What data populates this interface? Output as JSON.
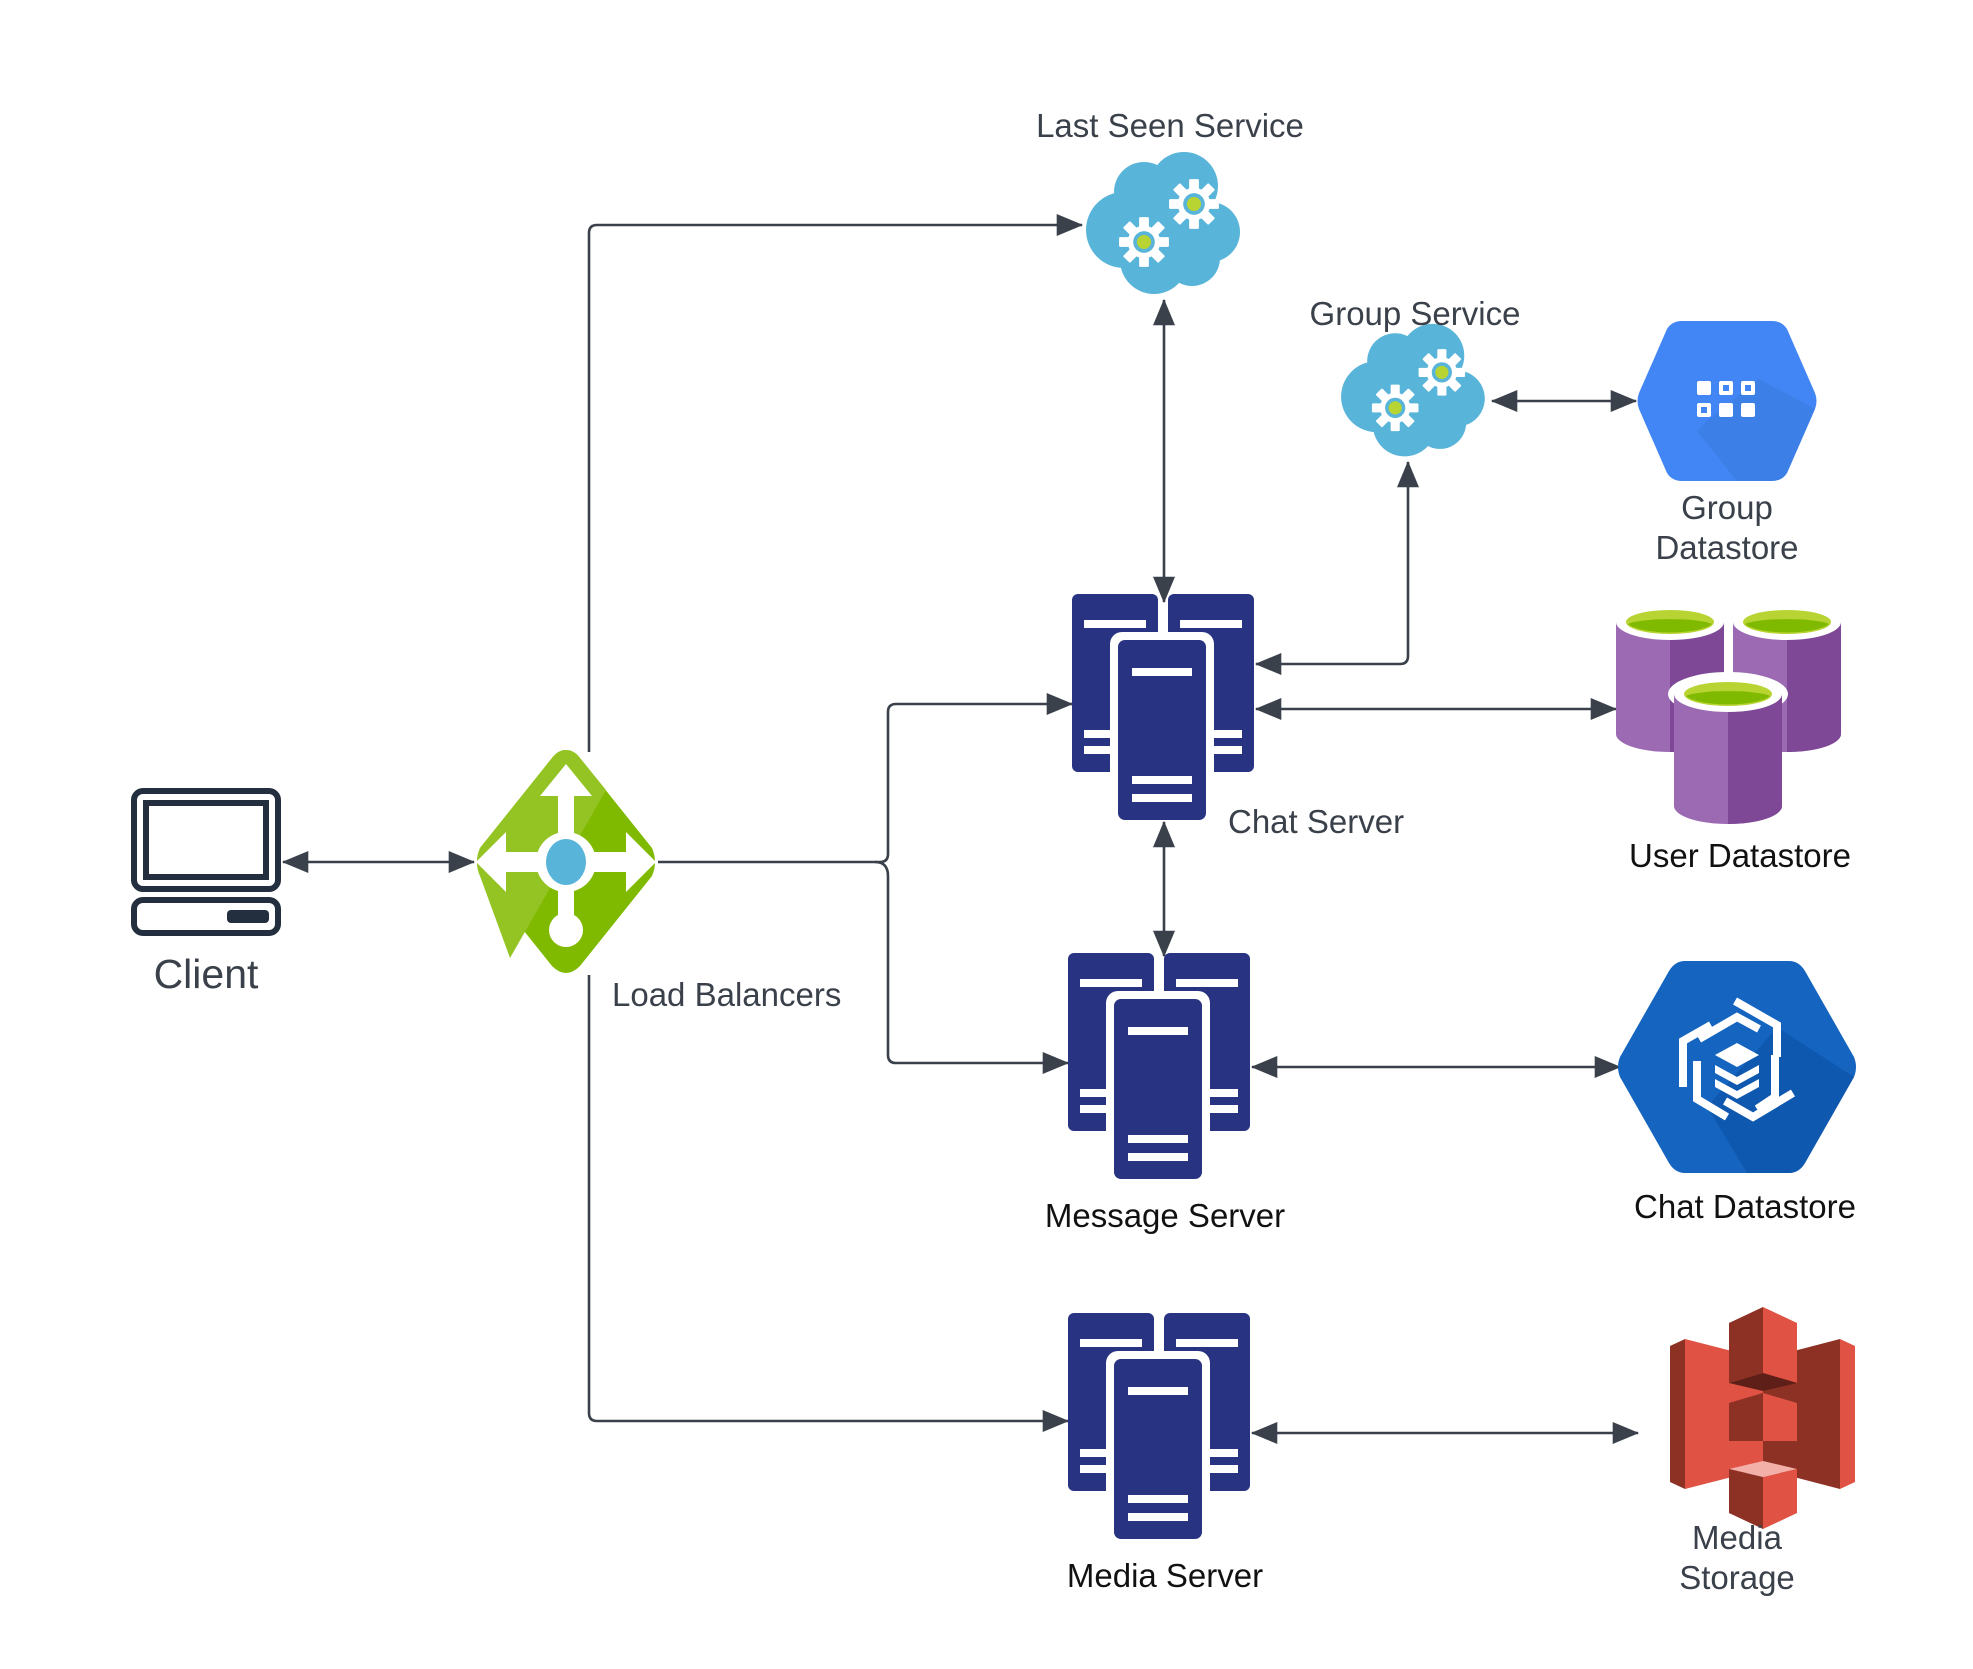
{
  "diagram": {
    "title": "Chat application system architecture",
    "colors": {
      "edge": "#3a414a",
      "server": "#283382",
      "cloud": "#59b4d9",
      "gear_center": "#b8d432",
      "load_balancer": "#7fba00",
      "group_datastore": "#4285f4",
      "chat_datastore": "#1565c0",
      "user_datastore": "#9b6ab3",
      "user_datastore_top": "#b8d432",
      "media_storage": "#e05243",
      "client": "#232f3e"
    },
    "nodes": {
      "client": {
        "label": "Client",
        "icon": "desktop-computer-icon"
      },
      "load_balancer": {
        "label": "Load Balancers",
        "icon": "load-balancer-icon"
      },
      "last_seen_service": {
        "label": "Last Seen Service",
        "icon": "cloud-service-icon"
      },
      "group_service": {
        "label": "Group Service",
        "icon": "cloud-service-icon"
      },
      "group_datastore": {
        "label": "Group Datastore",
        "label_lines": [
          "Group",
          "Datastore"
        ],
        "icon": "gcp-datastore-icon"
      },
      "chat_server": {
        "label": "Chat Server",
        "icon": "server-cluster-icon"
      },
      "user_datastore": {
        "label": "User Datastore",
        "icon": "database-cluster-icon"
      },
      "message_server": {
        "label": "Message Server",
        "icon": "server-cluster-icon"
      },
      "chat_datastore": {
        "label": "Chat Datastore",
        "icon": "gcp-bigtable-icon"
      },
      "media_server": {
        "label": "Media Server",
        "icon": "server-cluster-icon"
      },
      "media_storage": {
        "label": "Media Storage",
        "label_lines": [
          "Media",
          "Storage"
        ],
        "icon": "s3-bucket-icon"
      }
    },
    "edges": [
      {
        "from": "client",
        "to": "load_balancer",
        "direction": "both"
      },
      {
        "from": "load_balancer",
        "to": "last_seen_service",
        "direction": "forward"
      },
      {
        "from": "load_balancer",
        "to": "chat_server",
        "direction": "forward"
      },
      {
        "from": "load_balancer",
        "to": "message_server",
        "direction": "forward"
      },
      {
        "from": "load_balancer",
        "to": "media_server",
        "direction": "forward"
      },
      {
        "from": "chat_server",
        "to": "last_seen_service",
        "direction": "both"
      },
      {
        "from": "chat_server",
        "to": "group_service",
        "direction": "both"
      },
      {
        "from": "group_service",
        "to": "group_datastore",
        "direction": "both"
      },
      {
        "from": "chat_server",
        "to": "user_datastore",
        "direction": "both"
      },
      {
        "from": "chat_server",
        "to": "message_server",
        "direction": "both"
      },
      {
        "from": "message_server",
        "to": "chat_datastore",
        "direction": "both"
      },
      {
        "from": "media_server",
        "to": "media_storage",
        "direction": "both"
      }
    ]
  }
}
